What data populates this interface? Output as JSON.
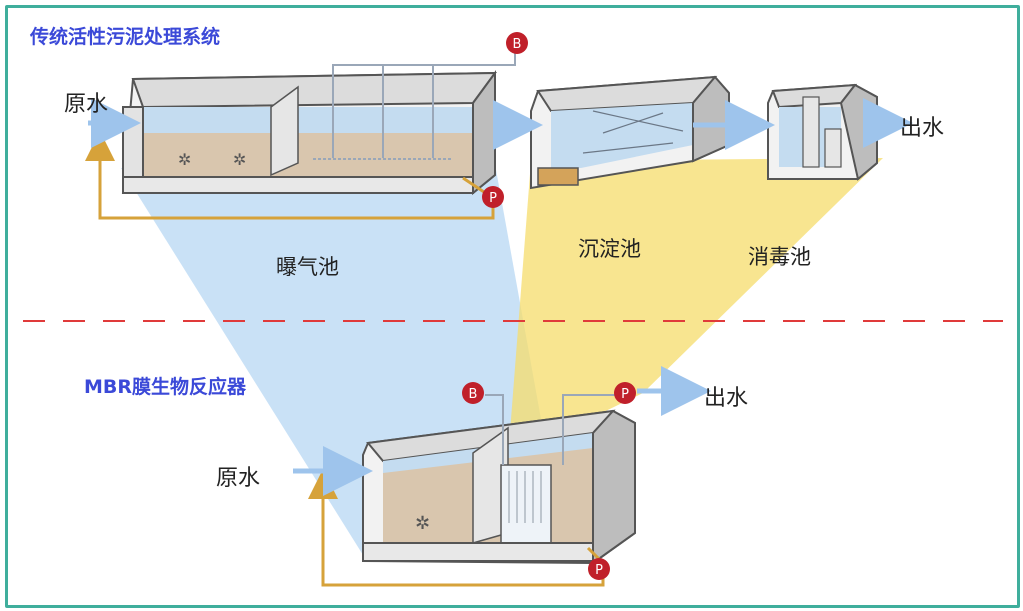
{
  "titles": {
    "conventional": "传统活性污泥处理系统",
    "mbr": "MBR膜生物反应器"
  },
  "labels": {
    "raw_water_top": "原水",
    "aeration_tank": "曝气池",
    "settling_tank": "沉淀池",
    "disinfection_tank": "消毒池",
    "outlet_top": "出水",
    "raw_water_bottom": "原水",
    "outlet_bottom": "出水"
  },
  "markers": {
    "blower_top": "B",
    "pump_top": "P",
    "blower_bottom": "B",
    "pump_outlet_bottom": "P",
    "pump_return_bottom": "P"
  },
  "colors": {
    "frame": "#3fae9c",
    "title": "#3b49d8",
    "blue_projection": "#bfdcf5",
    "yellow_projection": "#f6dc6b",
    "sludge": "#d9c6ae",
    "water": "#c4dcf0",
    "return_pipe": "#d6a23a",
    "marker": "#c0202a",
    "divider": "#e03a3a",
    "arrow": "#9ec4ec"
  }
}
